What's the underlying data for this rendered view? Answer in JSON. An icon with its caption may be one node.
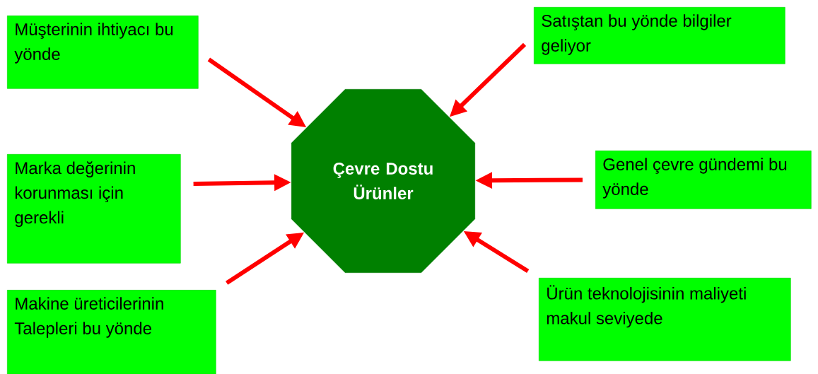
{
  "diagram": {
    "nodes": [
      {
        "text": [
          "Müşterinin ihtiyacı bu yönde"
        ]
      },
      {
        "text": [
          "Satıştan bu yönde bilgiler geliyor"
        ]
      },
      {
        "text": [
          "Marka değerinin korunması için gerekli"
        ]
      },
      {
        "text": [
          "Çevre Dostu Ürünler"
        ]
      },
      {
        "text": [
          "Genel çevre gündemi bu yönde"
        ]
      },
      {
        "text": [
          "Makine üreticilerinin Talepleri bu yönde"
        ]
      },
      {
        "text": [
          "Ürün teknolojisinin maliyeti makul seviyede"
        ]
      }
    ],
    "edges": [
      {
        "from": 0,
        "to": 3,
        "arrow": "to"
      },
      {
        "from": 1,
        "to": 3,
        "arrow": "to"
      },
      {
        "from": 2,
        "to": 3,
        "arrow": "to"
      },
      {
        "from": 4,
        "to": 3,
        "arrow": "to"
      },
      {
        "from": 5,
        "to": 3,
        "arrow": "to"
      },
      {
        "from": 6,
        "to": 3,
        "arrow": "to"
      }
    ]
  }
}
